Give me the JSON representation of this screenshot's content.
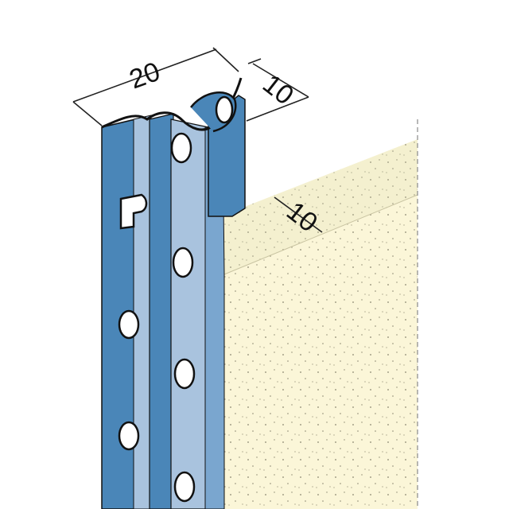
{
  "dimensions": {
    "profile_width": "20",
    "profile_depth": "10",
    "plaster_thickness": "10"
  },
  "colors": {
    "profile_dark": "#4a86b8",
    "profile_light": "#a9c3de",
    "profile_mid": "#7aa6cf",
    "outline": "#111111",
    "plaster_face": "#fbf6d8",
    "plaster_top": "#f4f0cf",
    "background": "#ffffff"
  }
}
